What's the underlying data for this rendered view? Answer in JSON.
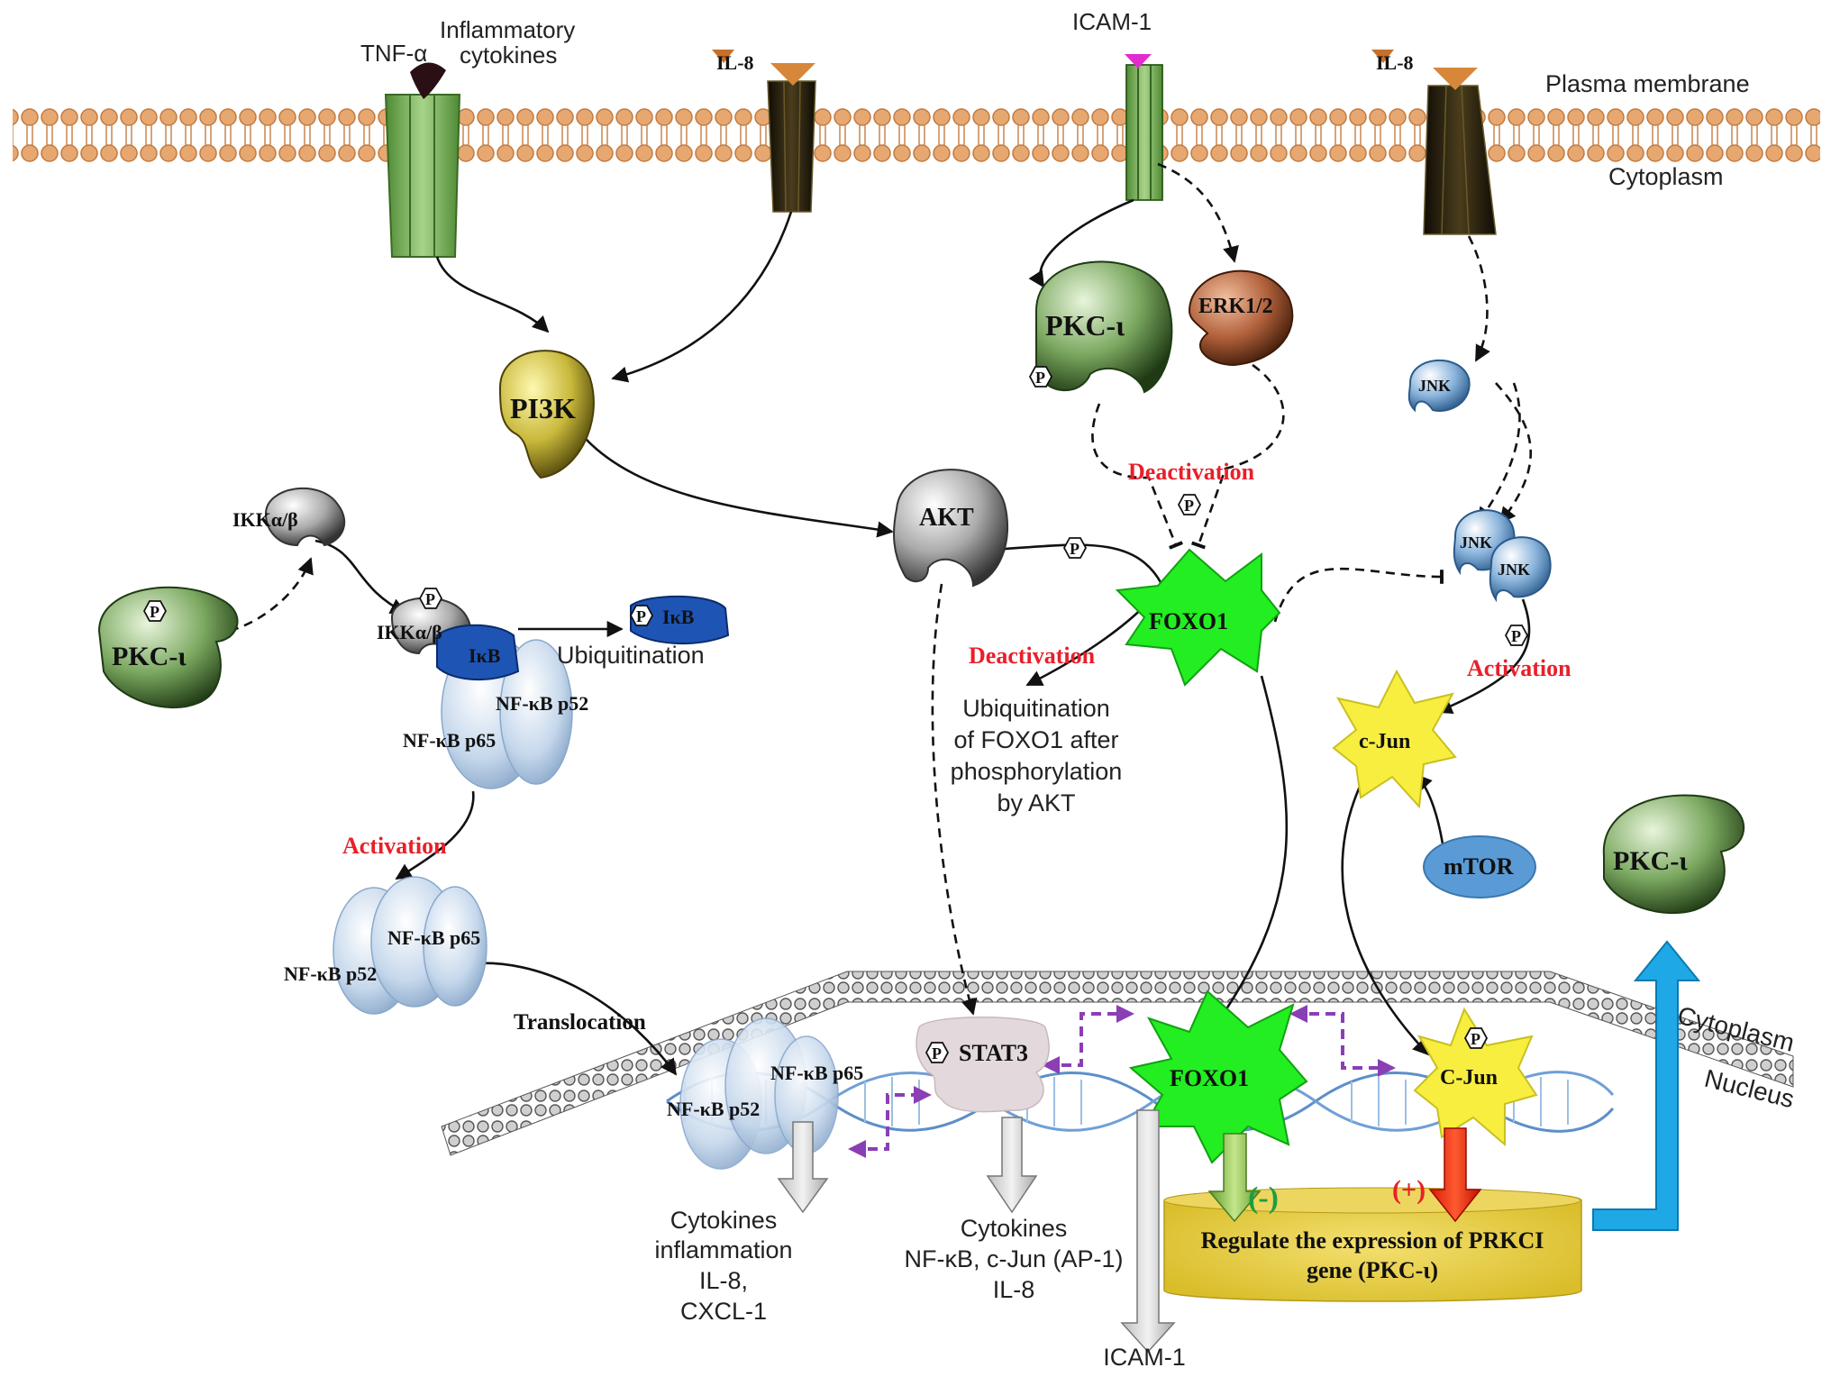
{
  "labels": {
    "plasma_membrane": "Plasma membrane",
    "cytoplasm_top": "Cytoplasm",
    "cytoplasm_right": "Cytoplasm",
    "nucleus": "Nucleus",
    "tnf": "TNF-α",
    "inflam_1": "Inflammatory",
    "inflam_2": "cytokines",
    "il8_a": "IL-8",
    "il8_b": "IL-8",
    "icam_top": "ICAM-1",
    "pi3k": "PI3K",
    "pkc_top": "PKC-ι",
    "erk": "ERK1/2",
    "jnk_single": "JNK",
    "jnk_a": "JNK",
    "jnk_b": "JNK",
    "akt": "AKT",
    "foxo1_cyto": "FOXO1",
    "foxo1_nuc": "FOXO1",
    "ikk_1": "IKKα/β",
    "ikk_2": "IKKα/β",
    "ikb_bound": "IκB",
    "ikb_free": "IκB",
    "ubiq": "Ubiquitination",
    "pkc_left": "PKC-ι",
    "pkc_right": "PKC-ι",
    "nfkb_p52_a": "NF-κB p52",
    "nfkb_p65_a": "NF-κB p65",
    "nfkb_p65_b": "NF-κB p65",
    "nfkb_p52_b": "NF-κB p52",
    "nfkb_p65_c": "NF-κB p65",
    "nfkb_p52_c": "NF-κB p52",
    "deact_1": "Deactivation",
    "deact_2": "Deactivation",
    "act_1": "Activation",
    "act_2": "Activation",
    "translocation": "Translocation",
    "ubiq_foxo_1": "Ubiquitination",
    "ubiq_foxo_2": "of FOXO1 after",
    "ubiq_foxo_3": "phosphorylation",
    "ubiq_foxo_4": "by AKT",
    "cjun_cyto": "c-Jun",
    "cjun_nuc": "C-Jun",
    "mtor": "mTOR",
    "stat3": "STAT3",
    "p": "P",
    "out1_1": "Cytokines",
    "out1_2": "inflammation",
    "out1_3": "IL-8,",
    "out1_4": "CXCL-1",
    "out2_1": "Cytokines",
    "out2_2": "NF-κB, c-Jun (AP-1)",
    "out2_3": "IL-8",
    "out3": "ICAM-1",
    "minus": "(-)",
    "plus": "(+)",
    "reg_1": "Regulate the expression of PRKCI",
    "reg_2": "gene (PKC-ι)"
  },
  "colors": {
    "membrane": "#e0a06a",
    "receptor_green": "#7fb060",
    "receptor_dark": "#2b2410",
    "pkc": "#7ba860",
    "pi3k": "#c8b83a",
    "erk": "#b0603a",
    "jnk": "#8ab4dc",
    "foxo": "#22ee22",
    "cjun": "#f7ee40",
    "mtor": "#5b9bd5",
    "stat3": "#e3d8dc",
    "gene_box": "#e6cf3e",
    "up_arrow": "#1ea9e6",
    "red_text": "#e8202a",
    "dna": "#5c8fc8"
  }
}
